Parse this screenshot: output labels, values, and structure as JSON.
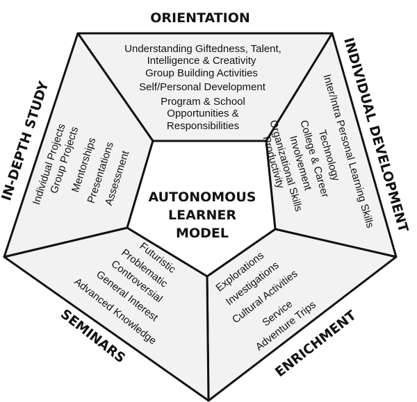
{
  "center": {
    "lines": [
      "AUTONOMOUS",
      "LEARNER",
      "MODEL"
    ]
  },
  "sections": {
    "orientation": {
      "heading": "ORIENTATION",
      "items": [
        "Understanding Giftedness, Talent,",
        "Intelligence & Creativity",
        "Group Building Activities",
        "Self/Personal Development",
        "Program & School",
        "Opportunities &",
        "Responsibilities"
      ]
    },
    "individual_development": {
      "heading": "INDIVIDUAL DEVELOPMENT",
      "items": [
        "Inter/Intra Personal Learning Skills",
        "Technology",
        "College & Career",
        "Involvement",
        "Organizational Skills",
        "Productivity"
      ]
    },
    "enrichment": {
      "heading": "ENRICHMENT",
      "items": [
        "Explorations",
        "Investigations",
        "Cultural Activities",
        "Service",
        "Adventure Trips"
      ]
    },
    "seminars": {
      "heading": "SEMINARS",
      "items": [
        "Futuristic",
        "Problematic",
        "Controversial",
        "General Interest",
        "Advanced Knowledge"
      ]
    },
    "in_depth_study": {
      "heading": "IN-DEPTH STUDY",
      "items": [
        "Individual Projects",
        "Group Projects",
        "Mentorships",
        "Presentations",
        "Assessment"
      ]
    }
  },
  "colors": {
    "segment_fill": "#f2f2f2",
    "center_fill": "#ffffff",
    "stroke": "#111111"
  }
}
